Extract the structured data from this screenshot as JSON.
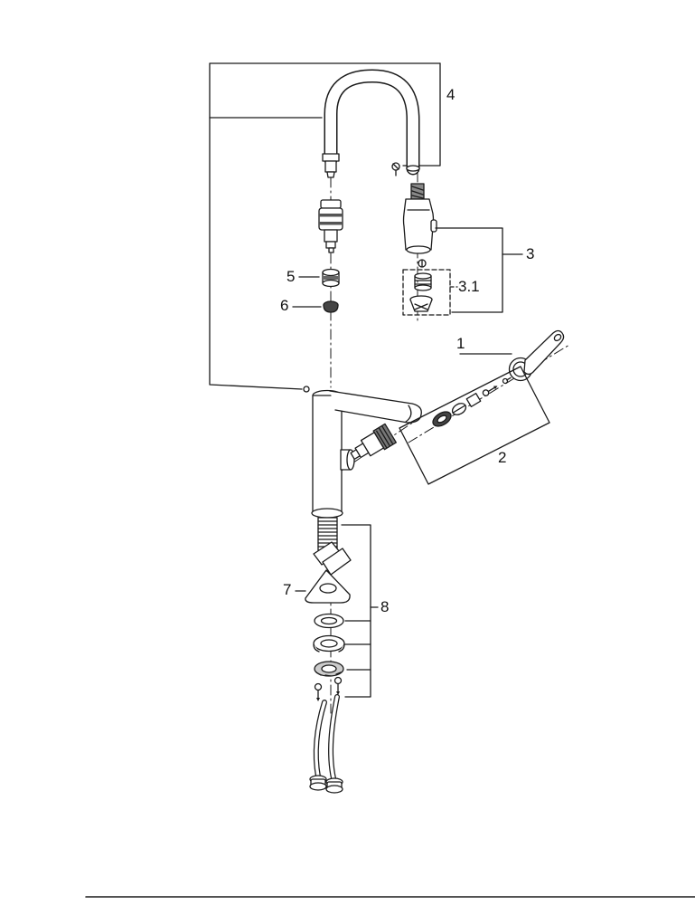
{
  "page": {
    "background_color": "#ffffff",
    "line_color": "#1a1a1a"
  },
  "diagram": {
    "kind": "exploded-parts-diagram",
    "subject": "kitchen faucet with pull-out spray head",
    "labels": [
      {
        "id": "part-1",
        "text": "1"
      },
      {
        "id": "part-2",
        "text": "2"
      },
      {
        "id": "part-3",
        "text": "3"
      },
      {
        "id": "part-3-1",
        "text": "3.1"
      },
      {
        "id": "part-4",
        "text": "4"
      },
      {
        "id": "part-5",
        "text": "5"
      },
      {
        "id": "part-6",
        "text": "6"
      },
      {
        "id": "part-7",
        "text": "7"
      },
      {
        "id": "part-8",
        "text": "8"
      }
    ]
  }
}
